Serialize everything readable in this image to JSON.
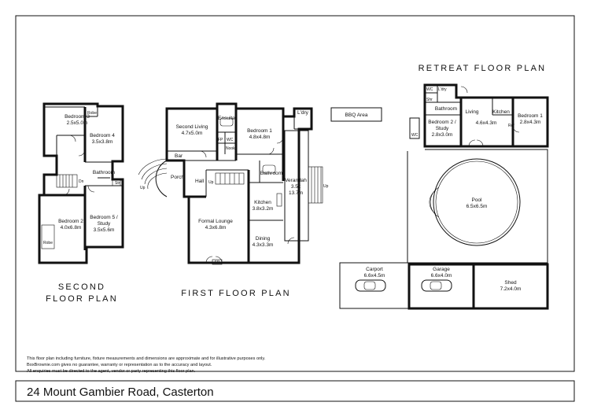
{
  "titles": {
    "second_1": "SECOND",
    "second_2": "FLOOR PLAN",
    "first": "FIRST FLOOR PLAN",
    "retreat": "RETREAT FLOOR PLAN"
  },
  "second_floor": {
    "bedroom3": [
      "Bedroom 3",
      "2.5x5.0m"
    ],
    "robe_top": "Robe",
    "bedroom4": [
      "Bedroom 4",
      "3.5x3.8m"
    ],
    "bathroom": "Bathroom",
    "dn": "Dn",
    "str": "Str",
    "bedroom2": [
      "Bedroom 2",
      "4.0x6.8m"
    ],
    "bedroom5": [
      "Bedroom 5 /",
      "Study",
      "3.5x5.6m"
    ],
    "robe_bottom": "Robe"
  },
  "first_floor": {
    "second_living": [
      "Second Living",
      "4.7x5.0m"
    ],
    "ensuite": "Ensuite",
    "fp": "FP",
    "wc": "WC",
    "nook": "Nook",
    "bedroom1": [
      "Bedroom 1",
      "4.8x4.8m"
    ],
    "ldry": "L'dry",
    "bar": "Bar",
    "porch": "Porch",
    "up_left": "Up",
    "hall": "Hall",
    "up_stair": "Up",
    "bathroom": "Bathroom",
    "verandah": [
      "Verandah",
      "3.5x",
      "13.7m"
    ],
    "up_right": "Up",
    "kitchen": [
      "Kitchen",
      "3.8x3.2m"
    ],
    "formal_lounge": [
      "Formal Lounge",
      "4.3x6.8m"
    ],
    "dining": [
      "Dining",
      "4.3x3.3m"
    ],
    "fp_bottom": "FP",
    "bbq": "BBQ Area"
  },
  "retreat": {
    "wc_top": "WC",
    "ldry": "L'dry",
    "shr": "Shr",
    "bathroom": "Bathroom",
    "living": "Living",
    "kitchen": "Kitchen",
    "bedroom2": [
      "Bedroom 2 /",
      "Study",
      "2.8x3.0m"
    ],
    "living_dim": "4.6x4.3m",
    "ref": "Ref",
    "bedroom1": [
      "Bedroom 1",
      "2.8x4.3m"
    ],
    "wc_side": "WC",
    "pool": [
      "Pool",
      "6.5x6.5m"
    ],
    "carport": [
      "Carport",
      "6.6x4.5m"
    ],
    "garage": [
      "Garage",
      "6.6x4.0m"
    ],
    "shed": [
      "Shed",
      "7.2x4.0m"
    ]
  },
  "disclaimer": [
    "This floor plan including furniture, fixture measurements and dimensions are approximate and for illustrative purposes only.",
    "BoxBrownie.com gives no guarantee, warranty or representation as to the accuracy and layout.",
    "All enquiries must be directed to the agent, vendor or party representing this floor plan."
  ],
  "address": "24 Mount Gambier Road, Casterton"
}
